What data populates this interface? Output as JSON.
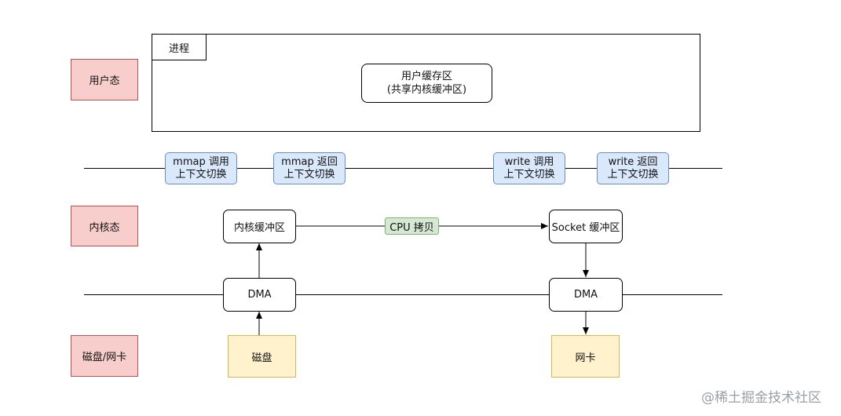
{
  "layers": {
    "user": "用户态",
    "kernel": "内核态",
    "device": "磁盘/网卡"
  },
  "process": {
    "title": "进程",
    "buffer_line1": "用户缓存区",
    "buffer_line2": "(共享内核缓冲区)"
  },
  "switches": [
    {
      "line1": "mmap 调用",
      "line2": "上下文切换"
    },
    {
      "line1": "mmap 返回",
      "line2": "上下文切换"
    },
    {
      "line1": "write 调用",
      "line2": "上下文切换"
    },
    {
      "line1": "write 返回",
      "line2": "上下文切换"
    }
  ],
  "kernel_buffer": "内核缓冲区",
  "socket_buffer": "Socket 缓冲区",
  "cpu_copy": "CPU 拷贝",
  "dma_left": "DMA",
  "dma_right": "DMA",
  "disk": "磁盘",
  "nic": "网卡",
  "watermark": "@稀土掘金技术社区"
}
